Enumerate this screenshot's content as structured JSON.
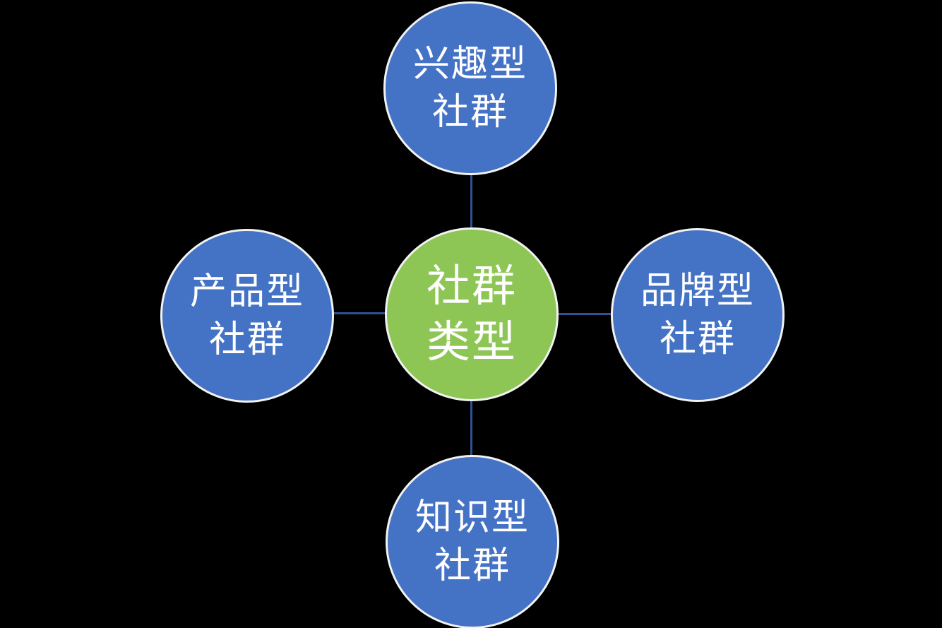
{
  "diagram": {
    "type": "radial-cycle",
    "background": "#000000",
    "colors": {
      "node_fill": "#4472C4",
      "center_fill": "#8DC655",
      "connector": "#2E5394",
      "outline": "#F2F2F2",
      "text": "#FFFFFF"
    },
    "nodes": {
      "center": {
        "line1": "社群",
        "line2": "类型"
      },
      "top": {
        "line1": "兴趣型",
        "line2": "社群"
      },
      "right": {
        "line1": "品牌型",
        "line2": "社群"
      },
      "bottom": {
        "line1": "知识型",
        "line2": "社群"
      },
      "left": {
        "line1": "产品型",
        "line2": "社群"
      }
    }
  }
}
